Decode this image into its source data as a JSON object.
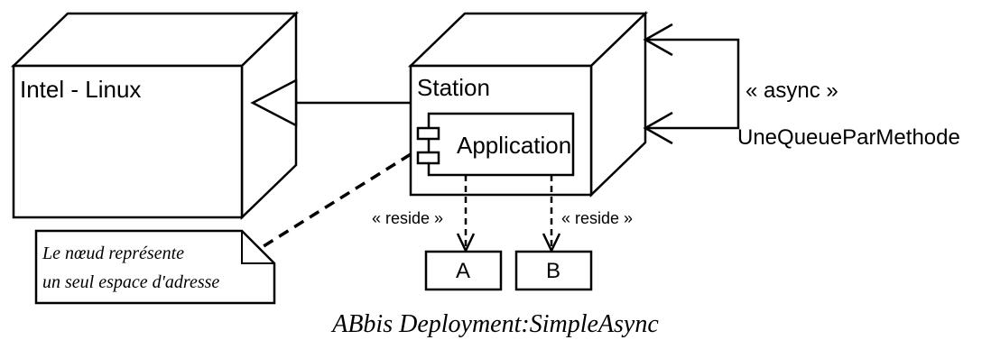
{
  "diagram": {
    "caption": "ABbis  Deployment:SimpleAsync",
    "nodes": {
      "intel": {
        "label": "Intel - Linux"
      },
      "station": {
        "label": "Station"
      }
    },
    "component": {
      "label": "Application"
    },
    "artifacts": [
      {
        "label": "A"
      },
      {
        "label": "B"
      }
    ],
    "reside_labels": [
      "« reside »",
      "« reside »"
    ],
    "self_link": {
      "stereotype": "« async »",
      "name": "UneQueueParMethode"
    },
    "note": {
      "line1": "Le nœud représente",
      "line2": "un seul espace d'adresse"
    }
  }
}
